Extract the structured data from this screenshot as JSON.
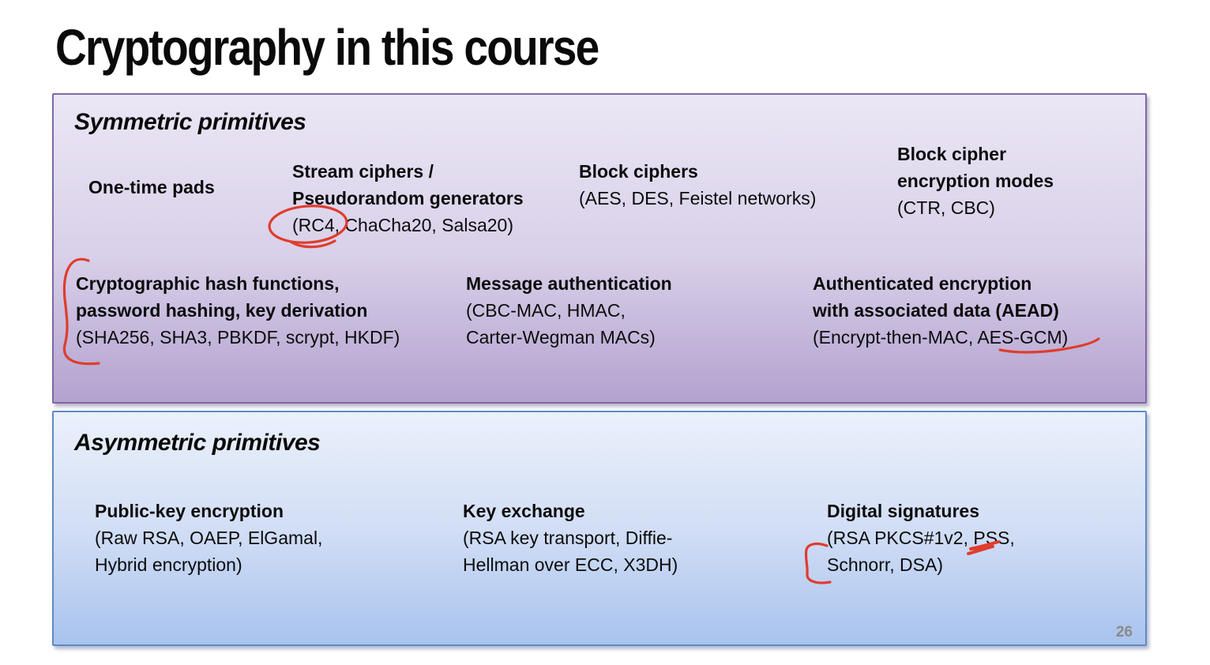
{
  "slide": {
    "title": "Cryptography in this course",
    "page_number": "26"
  },
  "symmetric": {
    "heading": "Symmetric primitives",
    "items": [
      {
        "id": "one-time-pads",
        "bold": [
          "One-time pads"
        ],
        "plain": []
      },
      {
        "id": "stream-ciphers",
        "bold": [
          "Stream ciphers /",
          "Pseudorandom generators"
        ],
        "plain": [
          "(RC4, ChaCha20, Salsa20)"
        ]
      },
      {
        "id": "block-ciphers",
        "bold": [
          "Block ciphers"
        ],
        "plain": [
          "(AES, DES, Feistel networks)"
        ]
      },
      {
        "id": "block-cipher-modes",
        "bold": [
          "Block cipher",
          "encryption modes"
        ],
        "plain": [
          "(CTR, CBC)"
        ]
      },
      {
        "id": "hash-functions",
        "bold": [
          "Cryptographic hash functions,",
          "password hashing, key derivation"
        ],
        "plain": [
          "(SHA256, SHA3, PBKDF, scrypt, HKDF)"
        ]
      },
      {
        "id": "message-authentication",
        "bold": [
          "Message authentication"
        ],
        "plain": [
          "(CBC-MAC, HMAC,",
          "Carter-Wegman MACs)"
        ]
      },
      {
        "id": "aead",
        "bold": [
          "Authenticated encryption",
          "with associated data (AEAD)"
        ],
        "plain": [
          "(Encrypt-then-MAC, AES-GCM)"
        ]
      }
    ]
  },
  "asymmetric": {
    "heading": "Asymmetric primitives",
    "items": [
      {
        "id": "public-key-encryption",
        "bold": [
          "Public-key encryption"
        ],
        "plain": [
          "(Raw RSA, OAEP, ElGamal,",
          "Hybrid encryption)"
        ]
      },
      {
        "id": "key-exchange",
        "bold": [
          "Key exchange"
        ],
        "plain": [
          "(RSA key transport, Diffie-",
          "Hellman over ECC, X3DH)"
        ]
      },
      {
        "id": "digital-signatures",
        "bold": [
          "Digital signatures"
        ],
        "plain": [
          "(RSA PKCS#1v2, PSS,",
          "Schnorr, DSA)"
        ]
      }
    ]
  },
  "annotations": {
    "ink_color": "#e03c2d",
    "marks": [
      "circle-around-rc4",
      "smile-under-rc4",
      "brace-left-of-hash-functions",
      "underline-under-aes-gcm",
      "squiggle-under-pss",
      "bracket-left-of-schnorr"
    ]
  },
  "colors": {
    "symmetric_box_top": "#ebe7f5",
    "symmetric_box_bottom": "#b3a2cf",
    "symmetric_border": "#7d68a6",
    "asymmetric_box_top": "#ebf1fc",
    "asymmetric_box_bottom": "#a8c3ee",
    "asymmetric_border": "#5f8ac6",
    "page_number_color": "#8a8a8a"
  }
}
